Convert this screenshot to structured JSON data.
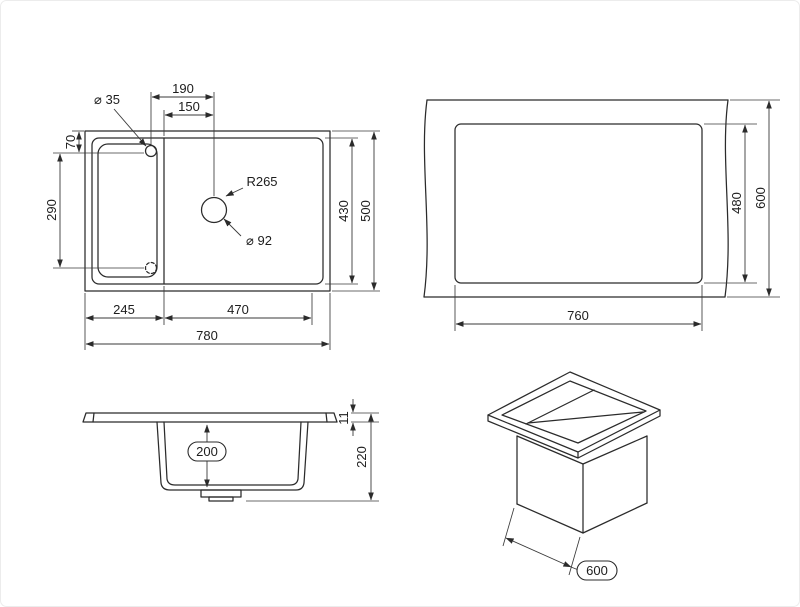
{
  "canvas": {
    "background": "#ffffff",
    "line_color": "#2b2b2b"
  },
  "plan_view": {
    "dims": {
      "tap_offset_width": "190",
      "tap_to_bowl_center": "150",
      "tap_hole_diameter": "⌀ 35",
      "bowl_radius": "R265",
      "drain_diameter": "⌀ 92",
      "tap_offset_top": "70",
      "hole_spacing_height": "290",
      "bowl_inner_height": "430",
      "overall_height": "500",
      "drainer_width": "245",
      "bowl_width": "470",
      "overall_width": "780"
    }
  },
  "cutout_view": {
    "dims": {
      "cutout_height": "480",
      "worktop_depth": "600",
      "cutout_width": "760"
    }
  },
  "side_view": {
    "dims": {
      "bowl_depth": "200",
      "rim_thickness": "11",
      "overall_depth": "220"
    }
  },
  "iso_view": {
    "dims": {
      "cabinet_width": "600"
    }
  }
}
